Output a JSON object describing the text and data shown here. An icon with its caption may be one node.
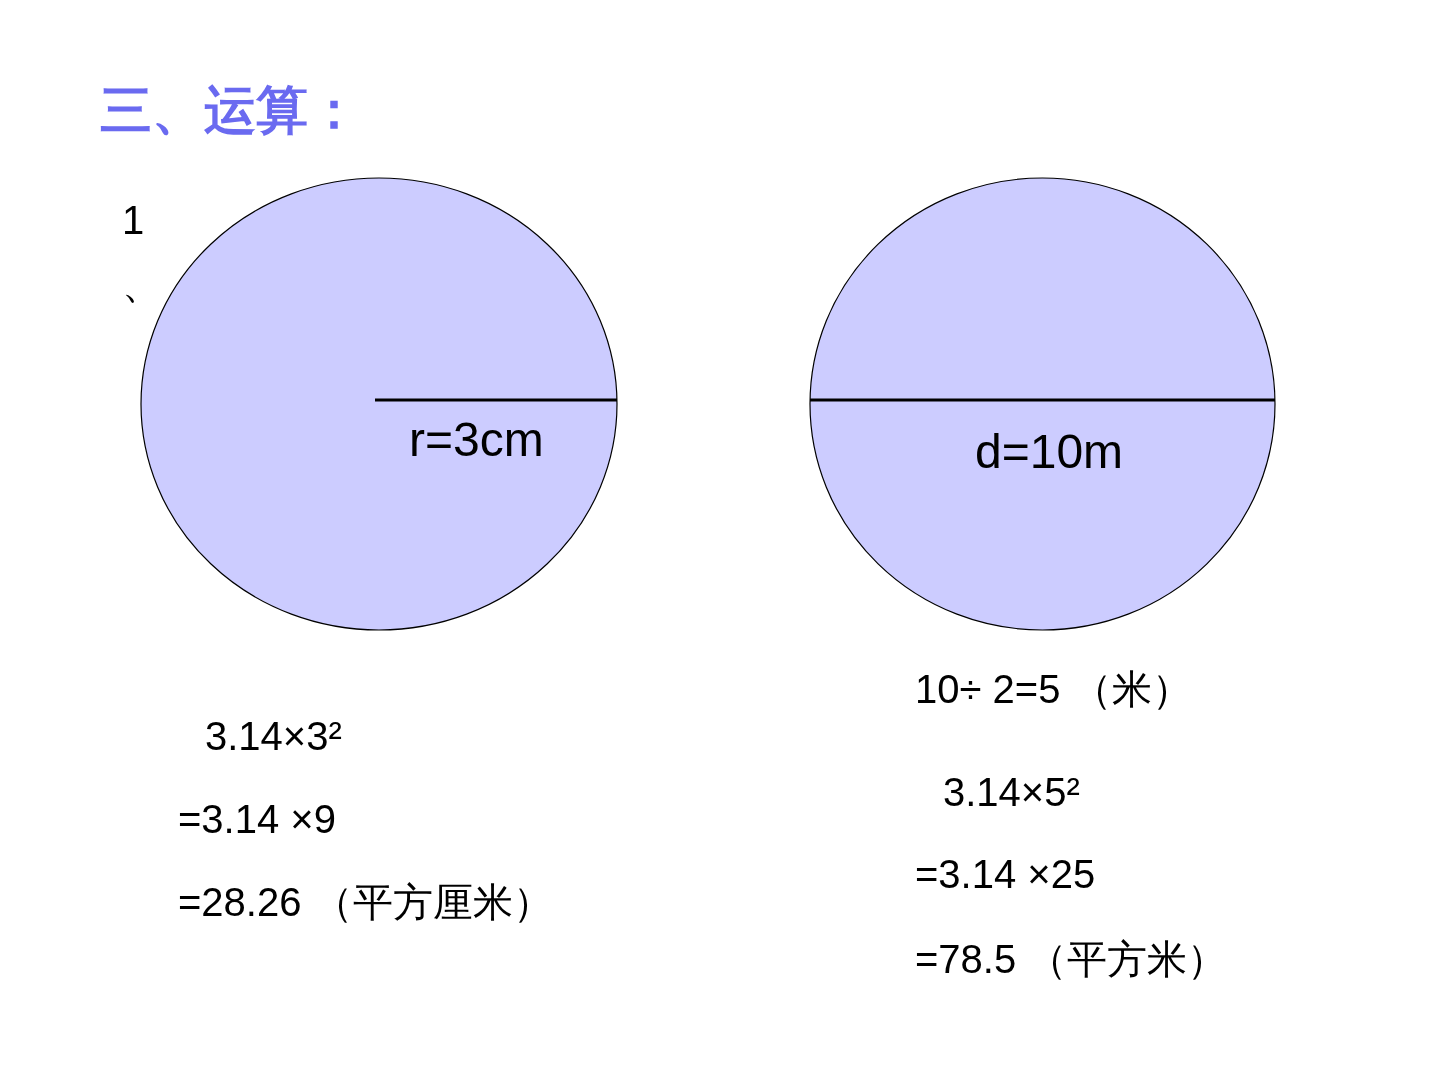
{
  "diagram": {
    "title": "三、运算：",
    "nodes": [
      {
        "text": [
          "r=3cm"
        ]
      },
      {
        "text": [
          "d=10m"
        ]
      }
    ],
    "labels": [
      "1、",
      "3.14×3²",
      "=3.14 ×9",
      "=28.26 （平方厘米）",
      "10÷ 2=5 （米）",
      "3.14×5²",
      "=3.14 ×25",
      "=78.5 （平方米）"
    ]
  }
}
